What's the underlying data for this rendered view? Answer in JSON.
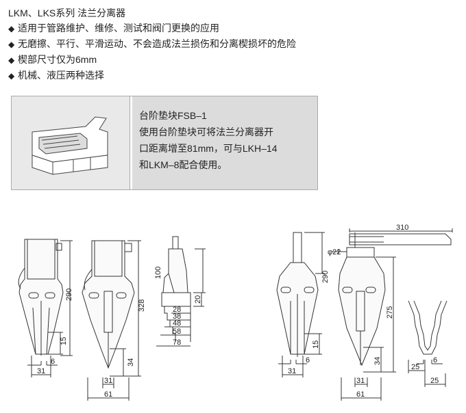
{
  "header": {
    "title": "LKM、LKS系列 法兰分离器",
    "bullet": "◆",
    "features": [
      "适用于管路维护、维修、测试和阀门更换的应用",
      "无磨擦、平行、平滑运动、不会造成法兰损伤和分离楔损坏的危险",
      "楔部尺寸仅为6mm",
      "机械、液压两种选择"
    ]
  },
  "accessory": {
    "name": "台阶垫块FSB–1",
    "description_lines": [
      "使用台阶垫块可将法兰分离器开",
      "口距离增至81mm，可与LKH–14",
      "和LKM–8配合使用。"
    ]
  },
  "drawings": {
    "mech_front": {
      "d290": "290",
      "d15": "15",
      "d6": "6",
      "d31": "31"
    },
    "mech_side": {
      "d328": "328",
      "d34": "34",
      "d31": "31",
      "d61": "61"
    },
    "step_block": {
      "d100": "100",
      "d20": "20",
      "steps": [
        "28",
        "38",
        "48",
        "58",
        "78"
      ]
    },
    "hyd_front": {
      "d290": "290",
      "d15": "15",
      "d6": "6",
      "d31": "31"
    },
    "hyd_side": {
      "d310": "310",
      "d22": "φ22",
      "d275": "275",
      "d34": "34",
      "d31": "31",
      "d61": "61"
    },
    "jaw_detail": {
      "d6": "6",
      "d25a": "25",
      "d25b": "25"
    }
  }
}
